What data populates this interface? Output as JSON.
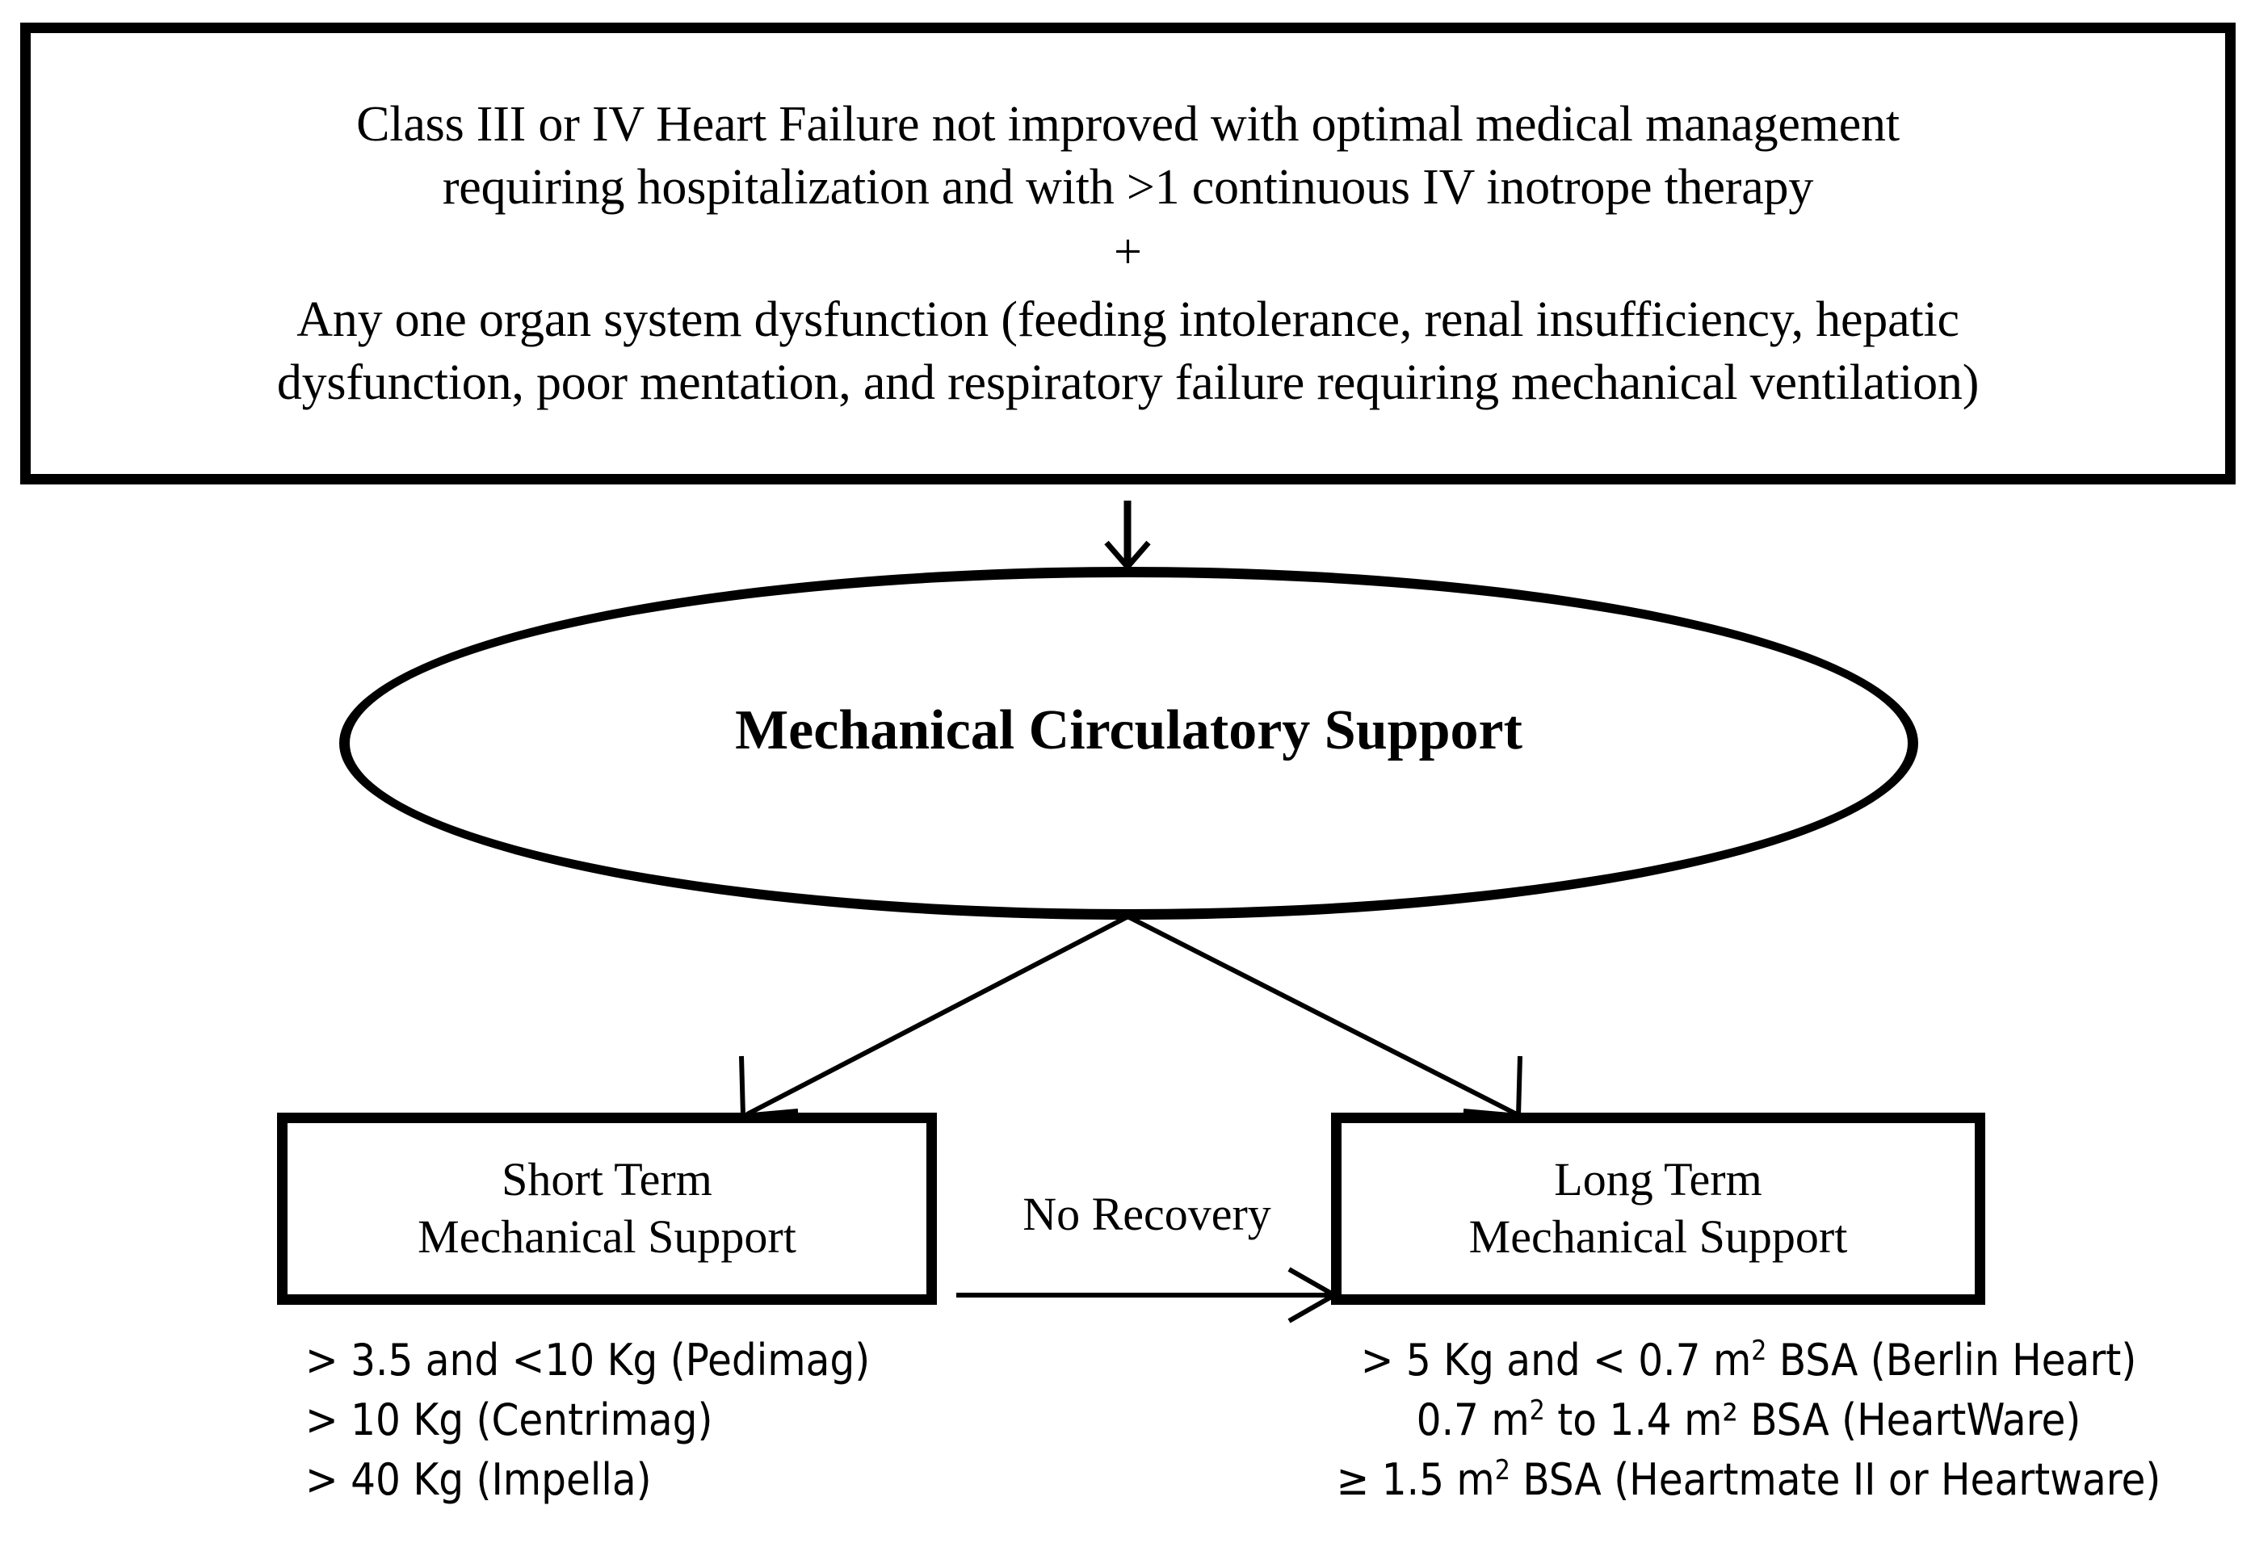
{
  "criteria_box": {
    "line1": "Class III or IV Heart Failure not improved with optimal medical management",
    "line2": "requiring hospitalization and with >1 continuous IV inotrope therapy",
    "plus": "+",
    "line3": "Any one organ system dysfunction (feeding intolerance, renal insufficiency, hepatic",
    "line4": "dysfunction, poor mentation, and respiratory failure requiring mechanical ventilation)"
  },
  "ellipse": {
    "label": "Mechanical Circulatory Support"
  },
  "short_term": {
    "line1": "Short Term",
    "line2": "Mechanical Support",
    "devices": [
      {
        "prefix": "> 3.5 and <10 Kg (Pedimag)",
        "sup": "",
        "suffix": ""
      },
      {
        "prefix": "> 10 Kg (Centrimag)",
        "sup": "",
        "suffix": ""
      },
      {
        "prefix": "> 40 Kg (Impella)",
        "sup": "",
        "suffix": ""
      }
    ]
  },
  "long_term": {
    "line1": "Long Term",
    "line2": "Mechanical Support",
    "devices": [
      {
        "prefix": "> 5 Kg and < 0.7 m",
        "sup": "2",
        "suffix": " BSA (Berlin Heart)"
      },
      {
        "prefix": "0.7 m",
        "sup": "2",
        "suffix": " to 1.4 m² BSA (HeartWare)"
      },
      {
        "prefix": "≥ 1.5 m",
        "sup": "2",
        "suffix": " BSA (Heartmate II or Heartware)"
      }
    ]
  },
  "connectors": {
    "no_recovery_label": "No Recovery",
    "down_arrow_icon": "arrow-down-icon",
    "branch_arrow_icon": "branch-arrows-icon",
    "right_arrow_icon": "arrow-right-icon"
  },
  "colors": {
    "stroke": "#000000",
    "background": "#ffffff"
  }
}
